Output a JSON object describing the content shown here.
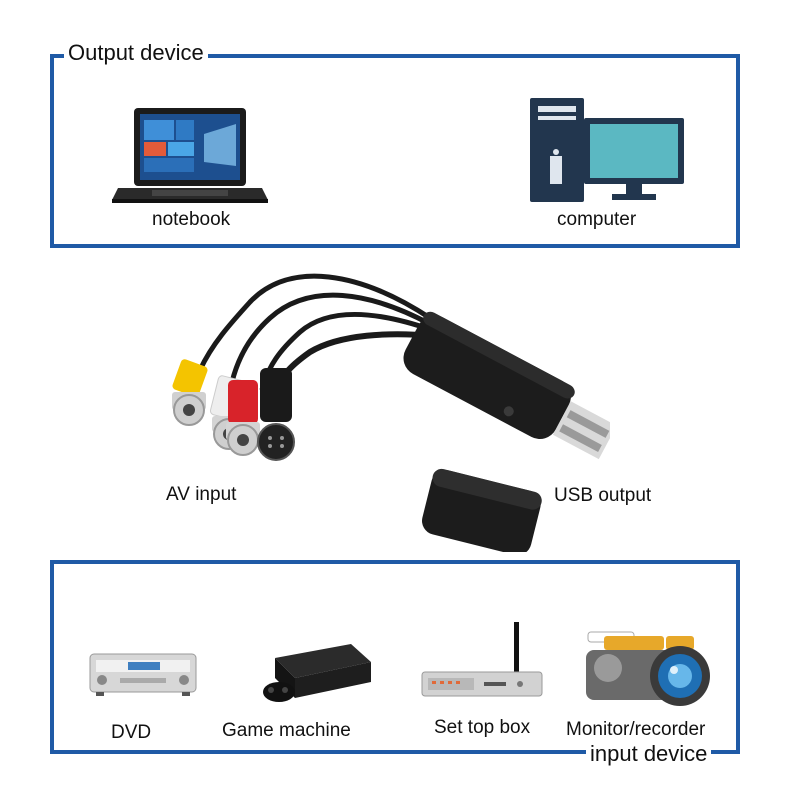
{
  "output_section": {
    "title": "Output device",
    "devices": [
      {
        "label": "notebook",
        "icon": "laptop-icon"
      },
      {
        "label": "computer",
        "icon": "desktop-computer-icon"
      }
    ]
  },
  "product": {
    "av_label": "AV input",
    "usb_label": "USB output",
    "connector_colors": {
      "video": "#f4c400",
      "audio_left": "#eeeeee",
      "audio_right": "#d8232a",
      "s_video": "#1a1a1a"
    }
  },
  "input_section": {
    "title": "input device",
    "devices": [
      {
        "label": "DVD",
        "icon": "dvd-player-icon"
      },
      {
        "label": "Game machine",
        "icon": "game-console-icon"
      },
      {
        "label": "Set top box",
        "icon": "set-top-box-icon"
      },
      {
        "label": "Monitor/recorder",
        "icon": "camera-icon"
      }
    ]
  },
  "colors": {
    "frame": "#1f5aa6",
    "screen": "#5bb8c2",
    "device_dark": "#22364e"
  }
}
